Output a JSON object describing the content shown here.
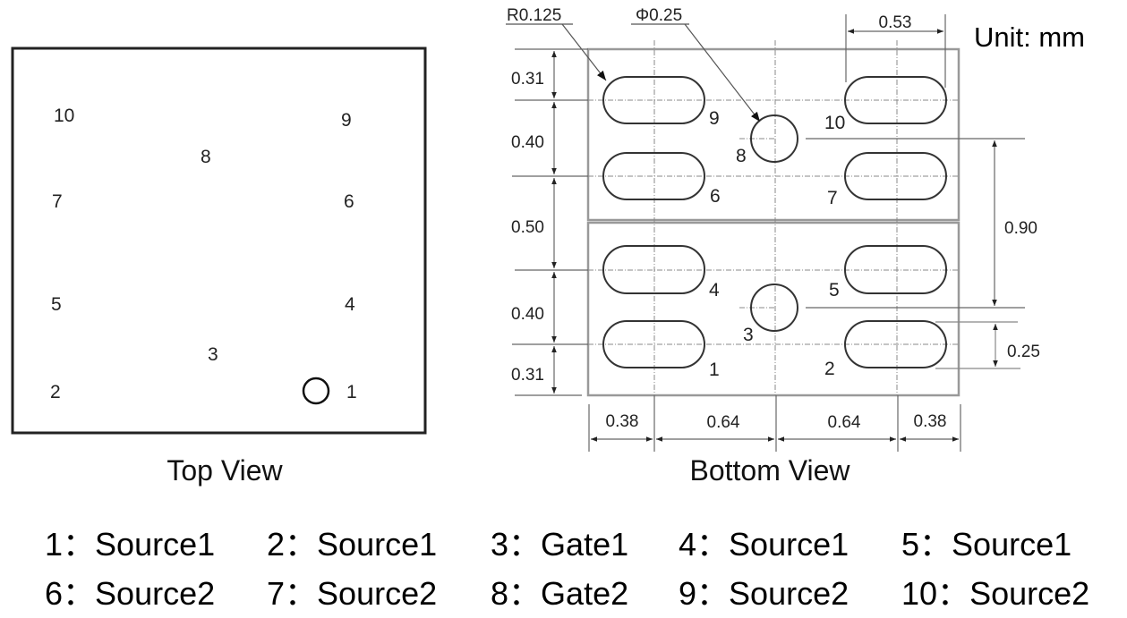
{
  "unit_label": "Unit: mm",
  "top_view": {
    "caption": "Top View",
    "pins": [
      "10",
      "9",
      "8",
      "7",
      "6",
      "5",
      "4",
      "3",
      "2",
      "1"
    ]
  },
  "bottom_view": {
    "caption": "Bottom View",
    "callouts": {
      "radius": "R0.125",
      "diameter": "Φ0.25"
    },
    "pad_labels": [
      "9",
      "8",
      "10",
      "6",
      "7",
      "4",
      "5",
      "3",
      "1",
      "2"
    ],
    "dimensions": {
      "left": [
        "0.31",
        "0.40",
        "0.50",
        "0.40",
        "0.31"
      ],
      "bottom": [
        "0.38",
        "0.64",
        "0.64",
        "0.38"
      ],
      "pad_width": "0.53",
      "gate_pitch": "0.90",
      "pad_height": "0.25"
    }
  },
  "legend": {
    "row1": [
      {
        "pin": "1",
        "sep": "：",
        "name": "Source1"
      },
      {
        "pin": "2",
        "sep": "：",
        "name": "Source1"
      },
      {
        "pin": "3",
        "sep": "：",
        "name": "Gate1"
      },
      {
        "pin": "4",
        "sep": "：",
        "name": "Source1"
      },
      {
        "pin": "5",
        "sep": "：",
        "name": "Source1"
      }
    ],
    "row2": [
      {
        "pin": "6",
        "sep": "：",
        "name": "Source2"
      },
      {
        "pin": "7",
        "sep": "：",
        "name": "Source2"
      },
      {
        "pin": "8",
        "sep": "：",
        "name": "Gate2"
      },
      {
        "pin": "9",
        "sep": "：",
        "name": "Source2"
      },
      {
        "pin": "10",
        "sep": "：",
        "name": "Source2"
      }
    ]
  },
  "colors": {
    "outline": "#222222",
    "dim_line": "#555555",
    "center_line": "#888888",
    "text": "#111111"
  }
}
